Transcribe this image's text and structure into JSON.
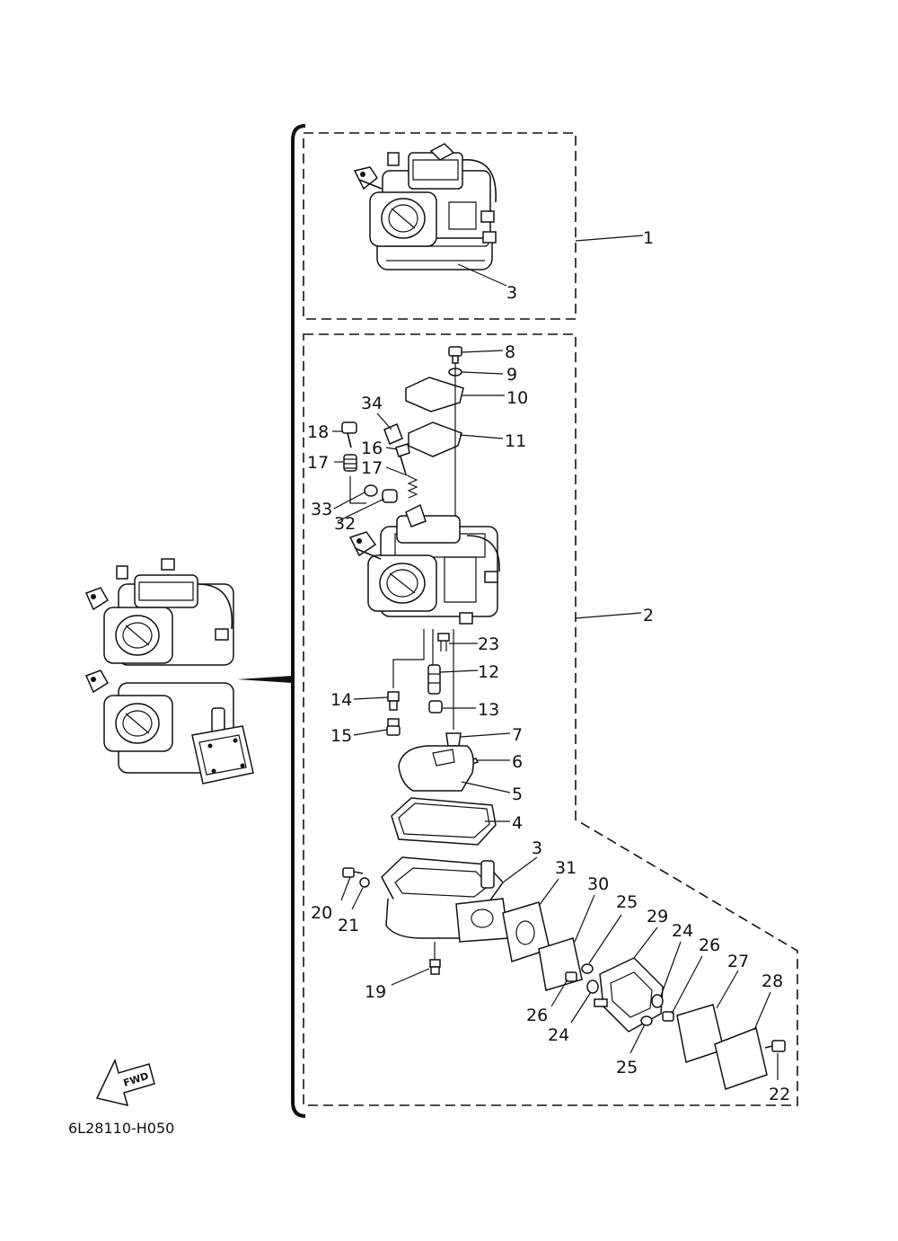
{
  "diagram": {
    "code": "6L28110-H050",
    "fwd_label": "FWD",
    "callouts": [
      {
        "id": "c1",
        "text": "1"
      },
      {
        "id": "c3a",
        "text": "3"
      },
      {
        "id": "c8",
        "text": "8"
      },
      {
        "id": "c9",
        "text": "9"
      },
      {
        "id": "c10",
        "text": "10"
      },
      {
        "id": "c34",
        "text": "34"
      },
      {
        "id": "c18",
        "text": "18"
      },
      {
        "id": "c11",
        "text": "11"
      },
      {
        "id": "c16",
        "text": "16"
      },
      {
        "id": "c17a",
        "text": "17"
      },
      {
        "id": "c17b",
        "text": "17"
      },
      {
        "id": "c33",
        "text": "33"
      },
      {
        "id": "c32",
        "text": "32"
      },
      {
        "id": "c2",
        "text": "2"
      },
      {
        "id": "c23",
        "text": "23"
      },
      {
        "id": "c12",
        "text": "12"
      },
      {
        "id": "c14",
        "text": "14"
      },
      {
        "id": "c13",
        "text": "13"
      },
      {
        "id": "c7",
        "text": "7"
      },
      {
        "id": "c15",
        "text": "15"
      },
      {
        "id": "c6",
        "text": "6"
      },
      {
        "id": "c5",
        "text": "5"
      },
      {
        "id": "c4",
        "text": "4"
      },
      {
        "id": "c3b",
        "text": "3"
      },
      {
        "id": "c31",
        "text": "31"
      },
      {
        "id": "c30",
        "text": "30"
      },
      {
        "id": "c25a",
        "text": "25"
      },
      {
        "id": "c29",
        "text": "29"
      },
      {
        "id": "c24a",
        "text": "24"
      },
      {
        "id": "c26a",
        "text": "26"
      },
      {
        "id": "c20",
        "text": "20"
      },
      {
        "id": "c21",
        "text": "21"
      },
      {
        "id": "c27",
        "text": "27"
      },
      {
        "id": "c28",
        "text": "28"
      },
      {
        "id": "c19",
        "text": "19"
      },
      {
        "id": "c26b",
        "text": "26"
      },
      {
        "id": "c24b",
        "text": "24"
      },
      {
        "id": "c25b",
        "text": "25"
      },
      {
        "id": "c22",
        "text": "22"
      }
    ]
  }
}
